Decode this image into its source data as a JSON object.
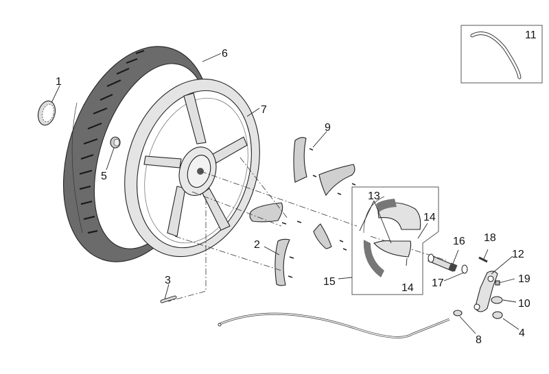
{
  "diagram": {
    "title": "Rear wheel exploded view",
    "colors": {
      "tyre": "#6e6e6e",
      "tyre_dark": "#4a4a4a",
      "rim": "#e6e6e6",
      "part_fill": "#cfcfcf",
      "line": "#222222",
      "background": "#ffffff"
    },
    "callouts": [
      {
        "id": "1",
        "label": "1",
        "part": "valve-cap-ring"
      },
      {
        "id": "2",
        "label": "2",
        "part": "balance-weight-lower"
      },
      {
        "id": "3",
        "label": "3",
        "part": "tyre-valve"
      },
      {
        "id": "4",
        "label": "4",
        "part": "bushing"
      },
      {
        "id": "5",
        "label": "5",
        "part": "rubber-grommet"
      },
      {
        "id": "6",
        "label": "6",
        "part": "tyre"
      },
      {
        "id": "7",
        "label": "7",
        "part": "rear-wheel-rim"
      },
      {
        "id": "8",
        "label": "8",
        "part": "cable-adjuster-pin"
      },
      {
        "id": "9",
        "label": "9",
        "part": "screw"
      },
      {
        "id": "10",
        "label": "10",
        "part": "pin"
      },
      {
        "id": "11",
        "label": "11",
        "part": "hose"
      },
      {
        "id": "12",
        "label": "12",
        "part": "brake-lever"
      },
      {
        "id": "13",
        "label": "13",
        "part": "shoe-springs"
      },
      {
        "id": "14",
        "label": "14",
        "part": "spring-clips"
      },
      {
        "id": "14b",
        "label": "14",
        "part": "spring-clips-lower"
      },
      {
        "id": "15",
        "label": "15",
        "part": "brake-shoe-kit"
      },
      {
        "id": "16",
        "label": "16",
        "part": "brake-cam-shaft"
      },
      {
        "id": "17",
        "label": "17",
        "part": "washer"
      },
      {
        "id": "18",
        "label": "18",
        "part": "bolt"
      },
      {
        "id": "19",
        "label": "19",
        "part": "nut"
      }
    ]
  }
}
